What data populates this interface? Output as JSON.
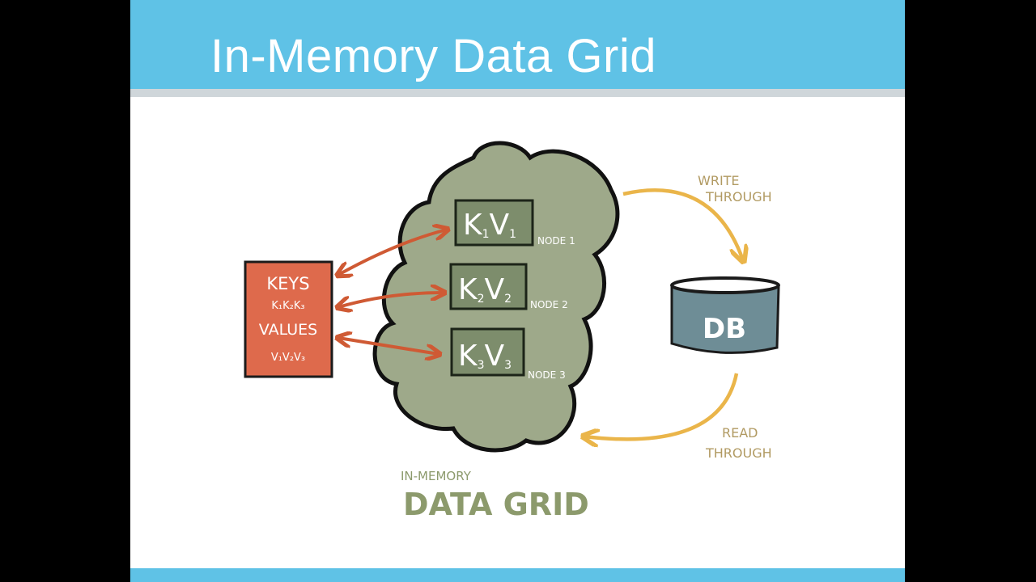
{
  "slide": {
    "title": "In-Memory Data Grid"
  },
  "client": {
    "keys_label": "KEYS",
    "keys_values": "K₁K₂K₃",
    "values_label": "VALUES",
    "values_values": "V₁V₂V₃"
  },
  "grid": {
    "caption_small": "IN-MEMORY",
    "caption_large": "DATA GRID",
    "nodes": [
      {
        "k": "K",
        "ki": "1",
        "v": "V",
        "vi": "1",
        "node_label": "NODE",
        "node_index": "1"
      },
      {
        "k": "K",
        "ki": "2",
        "v": "V",
        "vi": "2",
        "node_label": "NODE",
        "node_index": "2"
      },
      {
        "k": "K",
        "ki": "3",
        "v": "V",
        "vi": "3",
        "node_label": "NODE",
        "node_index": "3"
      }
    ]
  },
  "db": {
    "label": "DB",
    "write_line1": "WRITE",
    "write_line2": "THROUGH",
    "read_line1": "READ",
    "read_line2": "THROUGH"
  },
  "colors": {
    "title_bar": "#5fc2e6",
    "keys_box": "#de6a4c",
    "arrows_red": "#cf5a34",
    "arrows_yellow": "#eab54a",
    "cloud": "#9ea98a",
    "node_box": "#7d8d6c",
    "db_body": "#6e8d96",
    "caption": "#8c9a6c"
  }
}
